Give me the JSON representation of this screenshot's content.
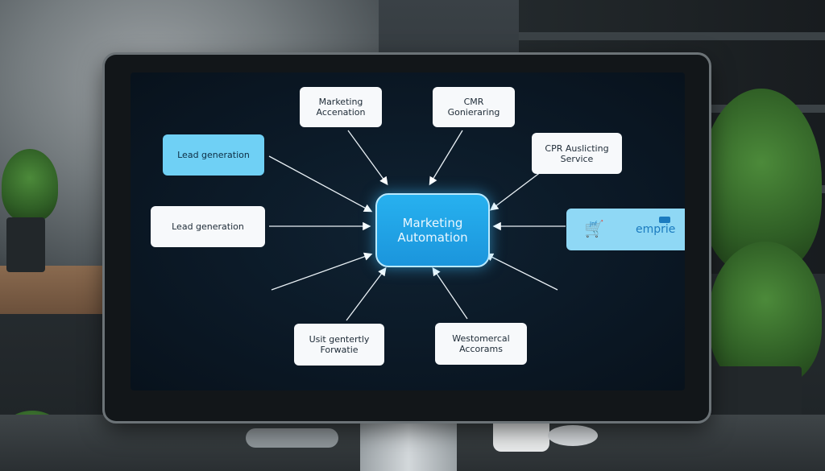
{
  "diagram": {
    "center": {
      "line1": "Marketing",
      "line2": "Automation"
    },
    "nodes": [
      {
        "id": "top-left",
        "line1": "Marketing",
        "line2": "Accenation"
      },
      {
        "id": "top-right",
        "line1": "CMR",
        "line2": "Gonieraring"
      },
      {
        "id": "left-top",
        "line1": "Lead generation",
        "line2": ""
      },
      {
        "id": "right-top",
        "line1": "CPR Auslicting",
        "line2": "Service"
      },
      {
        "id": "left-mid",
        "line1": "Lead generation",
        "line2": ""
      },
      {
        "id": "bottom-left",
        "line1": "Usit gentertly",
        "line2": "Forwatie"
      },
      {
        "id": "bottom-right",
        "line1": "Westomercal",
        "line2": "Accorams"
      }
    ],
    "logo": {
      "icon": "shopping-cart-icon",
      "cart_text": "Jnf",
      "text": "emprie"
    }
  },
  "colors": {
    "center_fill": "#1fa2e4",
    "highlight_node": "#6fd0f5",
    "node_fill": "#f7f9fb",
    "screen_bg": "#0b1825"
  }
}
